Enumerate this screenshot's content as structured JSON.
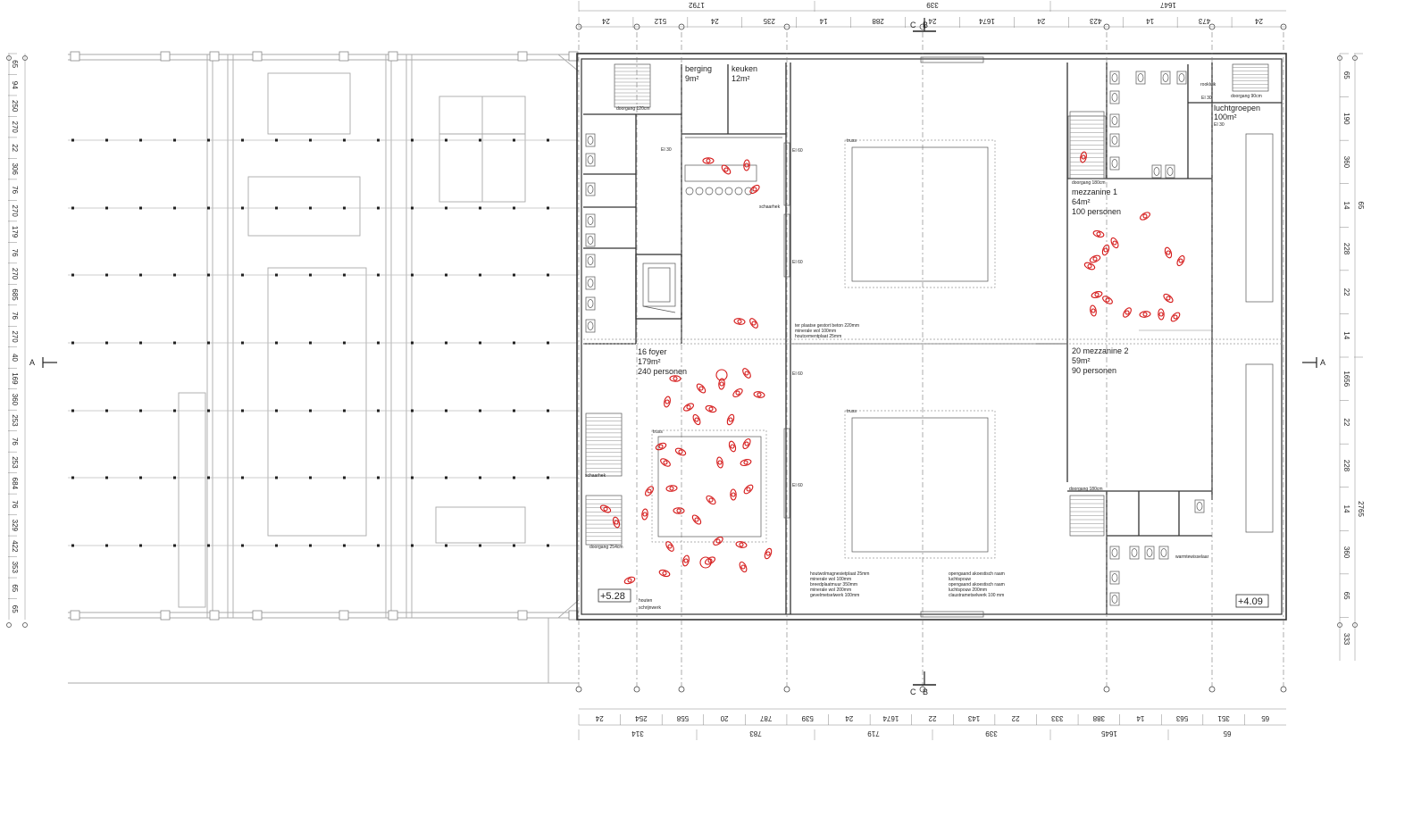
{
  "rooms": {
    "berging": {
      "name": "berging",
      "area": "9m²"
    },
    "keuken": {
      "name": "keuken",
      "area": "12m²"
    },
    "foyer": {
      "name": "16 foyer",
      "area": "179m²",
      "capacity": "240 personen"
    },
    "mezzanine1": {
      "name": "mezzanine 1",
      "area": "64m²",
      "capacity": "100 personen"
    },
    "mezzanine2": {
      "name": "20 mezzanine 2",
      "area": "59m²",
      "capacity": "90 personen"
    },
    "luchtgroepen": {
      "name": "luchtgroepen",
      "area": "100m²"
    }
  },
  "levels": {
    "left": "+5.28",
    "right": "+4.09"
  },
  "section_marks": {
    "a": "A",
    "b": "B",
    "c": "C"
  },
  "small_labels": {
    "doorgang_120": "doorgang 120cm",
    "doorgang_180_top": "doorgang 180cm",
    "doorgang_180_bottom": "doorgang 180cm",
    "doorgang_254": "doorgang 254cm",
    "doorgang_90": "doorgang 90cm",
    "ei30": "EI 30",
    "ei30b": "EI 30",
    "ei60": "EI 60",
    "schaarhek_top": "schaarhek",
    "schaarhek_left": "schaarhek",
    "truss_top": "truss",
    "truss_bottom": "truss",
    "truss_foyer": "truss",
    "houten": "houten",
    "schrijnwerk": "schrijnwerk",
    "rookluik": "rookluik",
    "warmtewisselaar": "warmtewisselaar",
    "ei30_right": "EI 30"
  },
  "wall_notes": {
    "center": [
      "ter plaatse gestort beton 220mm",
      "minerale wol 100mm",
      "houtcementplaat 25mm"
    ],
    "bottom_left": [
      "houtwolmagnesietplaat 25mm",
      "minerale wol 100mm",
      "breedplaatmuur 350mm",
      "minerale wol 200mm",
      "gevelmetselwerk 100mm"
    ],
    "bottom_right": [
      "opengaand akoestisch raam",
      "luchtspouw",
      "opengaand akoestisch raam",
      "luchtspouw 200mm",
      "claustrametselwerk 100 mm"
    ]
  },
  "dimensions": {
    "top_row1": [
      "24",
      "512",
      "24",
      "235",
      "14",
      "288",
      "24",
      "1674",
      "24",
      "423",
      "14",
      "473",
      "24"
    ],
    "top_row2": [
      "1792",
      "339",
      "1647"
    ],
    "bottom_row1": [
      "24",
      "254",
      "558",
      "20",
      "787",
      "539",
      "24",
      "1674",
      "22",
      "143",
      "22",
      "333",
      "388",
      "14",
      "563",
      "351",
      "65"
    ],
    "bottom_row2": [
      "314",
      "783",
      "719",
      "339",
      "1645",
      "65"
    ],
    "left": [
      "65",
      "94",
      "250",
      "270",
      "22",
      "306",
      "76",
      "270",
      "179",
      "76",
      "270",
      "685",
      "76",
      "270",
      "40",
      "169",
      "360",
      "253",
      "76",
      "253",
      "684",
      "76",
      "329",
      "422",
      "353",
      "65",
      "65"
    ],
    "right_inner": [
      "65",
      "190",
      "360",
      "14",
      "228",
      "22",
      "14",
      "1656",
      "22",
      "228",
      "14",
      "360",
      "65",
      "333"
    ],
    "right_outer": [
      "65",
      "2765"
    ]
  }
}
